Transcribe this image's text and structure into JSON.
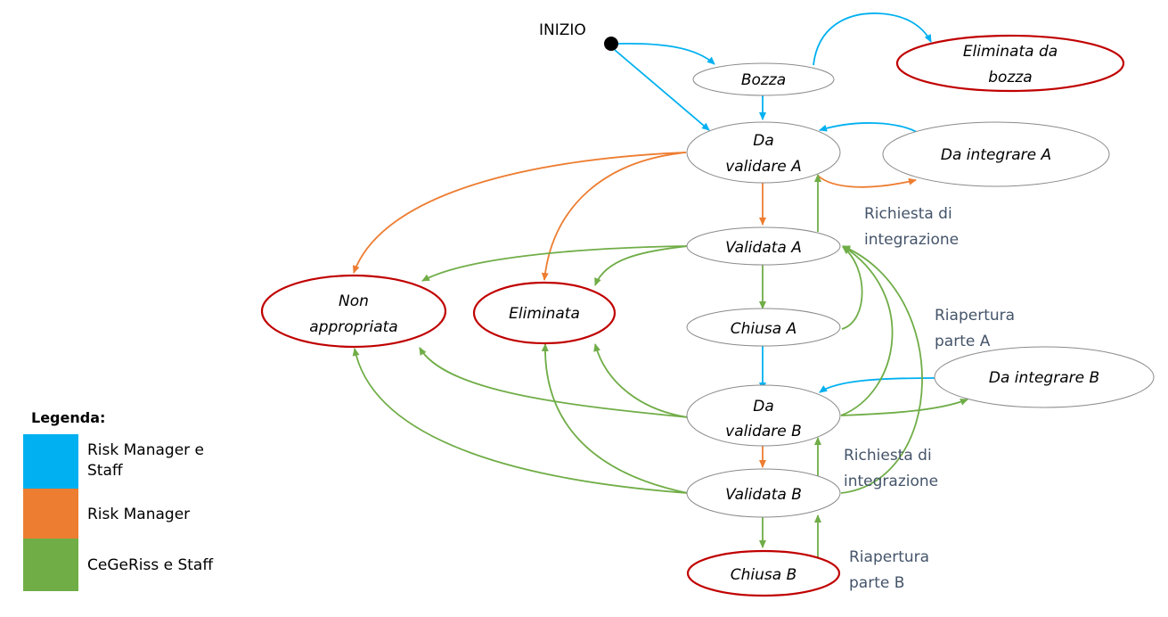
{
  "colors": {
    "risk_manager_staff": "#00b0f0",
    "risk_manager": "#ed7d31",
    "cegeriss_staff": "#70ad47",
    "terminal_border": "#c00000",
    "note_text": "#44546a"
  },
  "start": {
    "label": "INIZIO"
  },
  "nodes": {
    "bozza": {
      "lines": [
        "Bozza"
      ],
      "terminal": false
    },
    "eliminata_bozza": {
      "lines": [
        "Eliminata da",
        "bozza"
      ],
      "terminal": true
    },
    "da_validare_a": {
      "lines": [
        "Da",
        "validare A"
      ],
      "terminal": false
    },
    "da_integrare_a": {
      "lines": [
        "Da integrare A"
      ],
      "terminal": false
    },
    "validata_a": {
      "lines": [
        "Validata A"
      ],
      "terminal": false
    },
    "non_appropriata": {
      "lines": [
        "Non",
        "appropriata"
      ],
      "terminal": true
    },
    "eliminata": {
      "lines": [
        "Eliminata"
      ],
      "terminal": true
    },
    "chiusa_a": {
      "lines": [
        "Chiusa A"
      ],
      "terminal": false
    },
    "da_integrare_b": {
      "lines": [
        "Da integrare B"
      ],
      "terminal": false
    },
    "da_validare_b": {
      "lines": [
        "Da",
        "validare B"
      ],
      "terminal": false
    },
    "validata_b": {
      "lines": [
        "Validata B"
      ],
      "terminal": false
    },
    "chiusa_b": {
      "lines": [
        "Chiusa B"
      ],
      "terminal": true
    }
  },
  "notes": {
    "richiesta_a": [
      "Richiesta di",
      "integrazione"
    ],
    "riapertura_a": [
      "Riapertura",
      "parte A"
    ],
    "richiesta_b": [
      "Richiesta di",
      "integrazione"
    ],
    "riapertura_b": [
      "Riapertura",
      "parte B"
    ]
  },
  "edges": [
    {
      "from": "inizio",
      "to": "bozza",
      "role": "risk_manager_staff"
    },
    {
      "from": "inizio",
      "to": "da_validare_a",
      "role": "risk_manager_staff"
    },
    {
      "from": "bozza",
      "to": "eliminata_bozza",
      "role": "risk_manager_staff"
    },
    {
      "from": "bozza",
      "to": "da_validare_a",
      "role": "risk_manager_staff"
    },
    {
      "from": "da_integrare_a",
      "to": "da_validare_a",
      "role": "risk_manager_staff"
    },
    {
      "from": "da_validare_a",
      "to": "da_integrare_a",
      "role": "risk_manager"
    },
    {
      "from": "da_validare_a",
      "to": "non_appropriata",
      "role": "risk_manager"
    },
    {
      "from": "da_validare_a",
      "to": "eliminata",
      "role": "risk_manager"
    },
    {
      "from": "da_validare_a",
      "to": "validata_a",
      "role": "risk_manager"
    },
    {
      "from": "validata_a",
      "to": "da_validare_a",
      "role": "cegeriss_staff"
    },
    {
      "from": "validata_a",
      "to": "non_appropriata",
      "role": "cegeriss_staff"
    },
    {
      "from": "validata_a",
      "to": "eliminata",
      "role": "cegeriss_staff"
    },
    {
      "from": "validata_a",
      "to": "chiusa_a",
      "role": "cegeriss_staff"
    },
    {
      "from": "chiusa_a",
      "to": "validata_a",
      "role": "cegeriss_staff"
    },
    {
      "from": "chiusa_a",
      "to": "da_validare_b",
      "role": "risk_manager_staff"
    },
    {
      "from": "da_integrare_b",
      "to": "da_validare_b",
      "role": "risk_manager_staff"
    },
    {
      "from": "da_validare_b",
      "to": "non_appropriata",
      "role": "cegeriss_staff"
    },
    {
      "from": "da_validare_b",
      "to": "eliminata",
      "role": "cegeriss_staff"
    },
    {
      "from": "da_validare_b",
      "to": "validata_a",
      "role": "cegeriss_staff"
    },
    {
      "from": "da_validare_b",
      "to": "da_integrare_b",
      "role": "cegeriss_staff"
    },
    {
      "from": "da_validare_b",
      "to": "validata_b",
      "role": "risk_manager"
    },
    {
      "from": "validata_b",
      "to": "da_validare_b",
      "role": "cegeriss_staff"
    },
    {
      "from": "validata_b",
      "to": "non_appropriata",
      "role": "cegeriss_staff"
    },
    {
      "from": "validata_b",
      "to": "eliminata",
      "role": "cegeriss_staff"
    },
    {
      "from": "validata_b",
      "to": "validata_a",
      "role": "cegeriss_staff"
    },
    {
      "from": "validata_b",
      "to": "chiusa_b",
      "role": "cegeriss_staff"
    },
    {
      "from": "chiusa_b",
      "to": "validata_b",
      "role": "cegeriss_staff"
    }
  ],
  "legend": {
    "title": "Legenda:",
    "items": [
      {
        "label": "Risk Manager e Staff",
        "color": "#00b0f0"
      },
      {
        "label": "Risk Manager",
        "color": "#ed7d31"
      },
      {
        "label": "CeGeRiss e Staff",
        "color": "#70ad47"
      }
    ]
  }
}
